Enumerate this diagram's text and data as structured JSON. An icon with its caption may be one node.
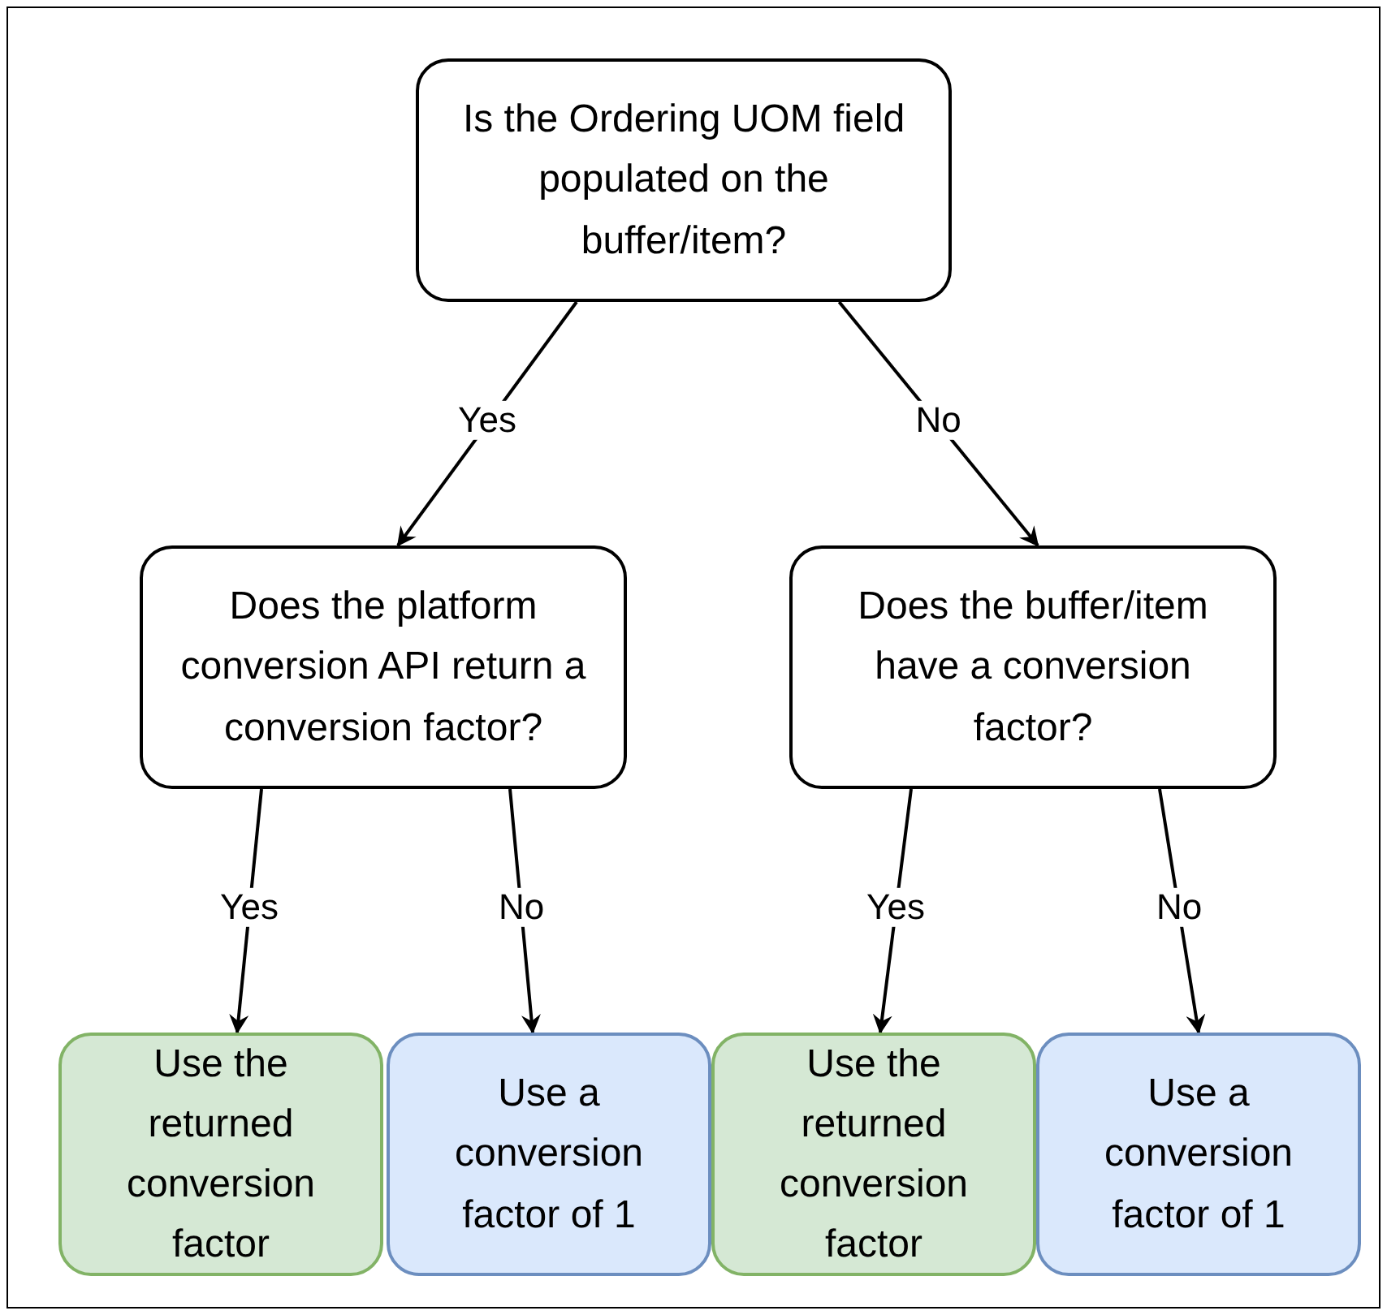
{
  "diagram": {
    "nodes": [
      {
        "text": [
          "Is the Ordering UOM field populated on the buffer/item?"
        ]
      },
      {
        "text": [
          "Does the platform conversion API return a conversion factor?"
        ]
      },
      {
        "text": [
          "Does the buffer/item have a conversion factor?"
        ]
      },
      {
        "text": [
          "Use the returned conversion factor"
        ]
      },
      {
        "text": [
          "Use a conversion factor of 1"
        ]
      },
      {
        "text": [
          "Use the returned conversion factor"
        ]
      },
      {
        "text": [
          "Use a conversion factor of 1"
        ]
      }
    ],
    "edges": [
      {
        "from": 0,
        "to": 1,
        "arrow": "to",
        "label": "Yes"
      },
      {
        "from": 0,
        "to": 2,
        "arrow": "to",
        "label": "No"
      },
      {
        "from": 1,
        "to": 3,
        "arrow": "to",
        "label": "Yes"
      },
      {
        "from": 1,
        "to": 4,
        "arrow": "to",
        "label": "No"
      },
      {
        "from": 2,
        "to": 5,
        "arrow": "to",
        "label": "Yes"
      },
      {
        "from": 2,
        "to": 6,
        "arrow": "to",
        "label": "No"
      }
    ]
  }
}
